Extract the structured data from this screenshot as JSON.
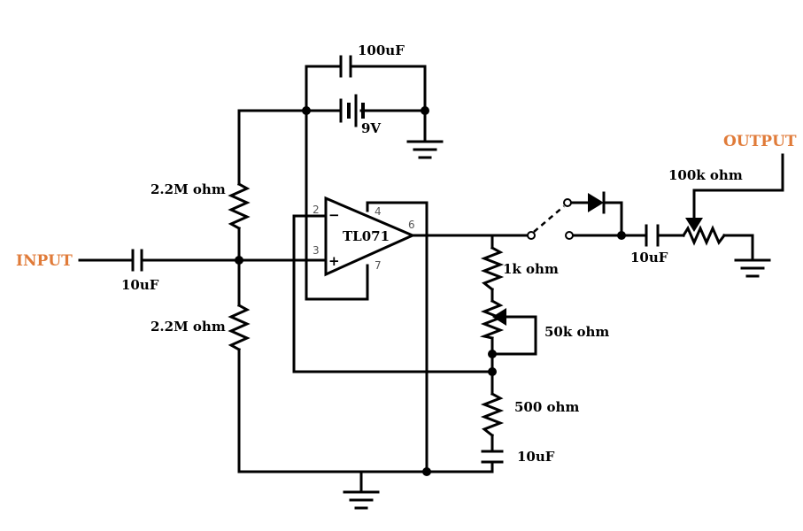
{
  "colors": {
    "io_label": "#e07b39",
    "wire": "#000000",
    "pin_number": "#555555"
  },
  "io": {
    "input": "INPUT",
    "output": "OUTPUT"
  },
  "opamp": {
    "name": "TL071",
    "pins": {
      "inv": "2",
      "noninv": "3",
      "vneg": "4",
      "out": "6",
      "vpos": "7"
    },
    "inv_sign": "−",
    "noninv_sign": "+"
  },
  "labels": {
    "c_supply": "100uF",
    "battery": "9V",
    "r_bias_top": "2.2M ohm",
    "r_bias_bottom": "2.2M ohm",
    "c_input": "10uF",
    "r_1k": "1k ohm",
    "pot_50k": "50k ohm",
    "r_500": "500 ohm",
    "c_gain": "10uF",
    "c_output": "10uF",
    "pot_100k": "100k ohm"
  }
}
